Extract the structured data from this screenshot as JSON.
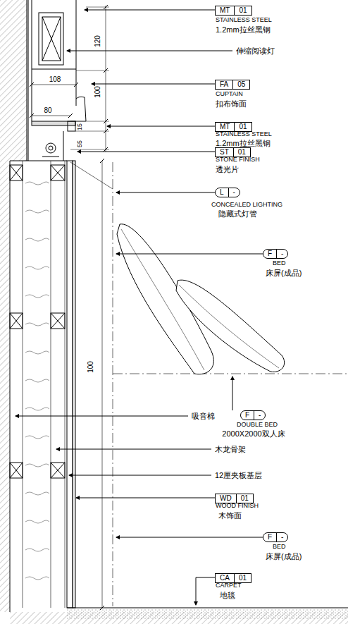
{
  "diagram": {
    "nodes": [
      {
        "text": [
          "MT",
          "01"
        ]
      },
      {
        "text": [
          "FA",
          "05"
        ]
      },
      {
        "text": [
          "MT",
          "01"
        ]
      },
      {
        "text": [
          "ST",
          "01"
        ]
      },
      {
        "text": [
          "L",
          "-"
        ]
      },
      {
        "text": [
          "F",
          "-"
        ]
      },
      {
        "text": [
          "F",
          "-"
        ]
      },
      {
        "text": [
          "WD",
          "01"
        ]
      },
      {
        "text": [
          "F",
          "-"
        ]
      },
      {
        "text": [
          "CA",
          "01"
        ]
      }
    ],
    "edges": [],
    "labels": [
      "STAINLESS STEEL",
      "1.2mm拉丝黑钢",
      "120",
      "伸缩阅读灯",
      "108",
      "100",
      "CUPTAIN",
      "扣布饰面",
      "80",
      "15",
      "STAINLESS STEEL",
      "1.2mm拉丝黑钢",
      "55",
      "STONE FINISH",
      "透光片",
      "CONCEALED LIGHTING",
      "隐藏式灯管",
      "BED",
      "床屏(成品)",
      "100",
      "吸音棉",
      "DOUBLE BED",
      "2000X2000双人床",
      "木龙骨架",
      "12厘夹板基层",
      "WOOD FINISH",
      "木饰面",
      "BED",
      "床屏(成品)",
      "CARPET",
      "地毯"
    ]
  }
}
